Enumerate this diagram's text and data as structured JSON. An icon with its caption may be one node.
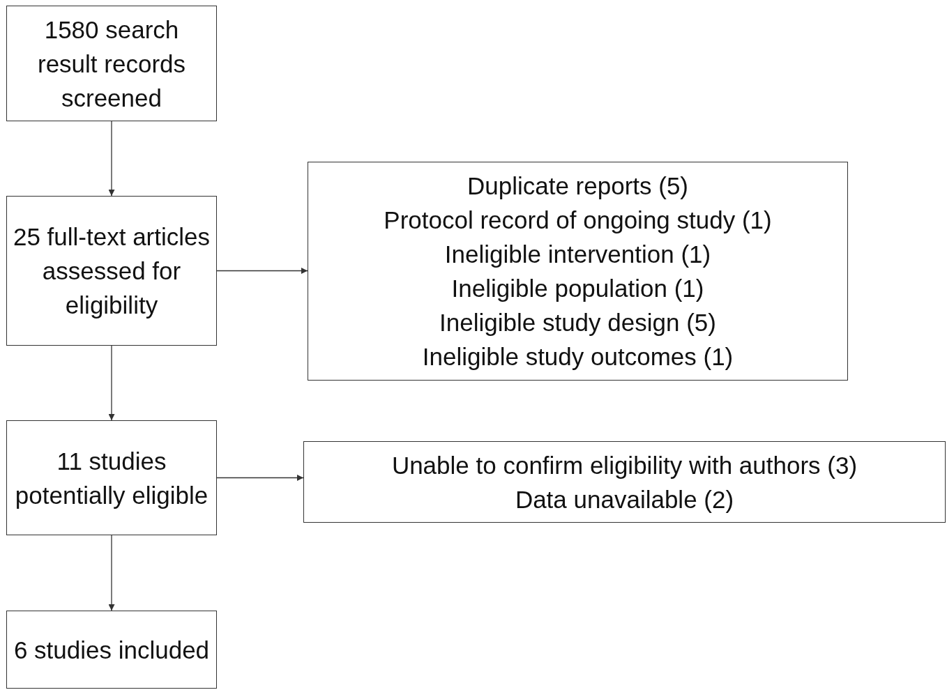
{
  "diagram": {
    "nodes": [
      {
        "text": [
          "1580 search result records screened"
        ]
      },
      {
        "text": [
          "25 full-text articles assessed for eligibility"
        ]
      },
      {
        "text": [
          "Duplicate reports (5)",
          "Protocol record of ongoing study (1)",
          "Ineligible intervention (1)",
          "Ineligible population (1)",
          "Ineligible study design (5)",
          "Ineligible study outcomes (1)"
        ]
      },
      {
        "text": [
          "11 studies potentially eligible"
        ]
      },
      {
        "text": [
          "Unable to confirm eligibility with authors (3)",
          "Data unavailable (2)"
        ]
      },
      {
        "text": [
          "6 studies included"
        ]
      }
    ],
    "edges": [
      {
        "from": 0,
        "to": 1,
        "arrow": "to"
      },
      {
        "from": 1,
        "to": 2,
        "arrow": "to"
      },
      {
        "from": 1,
        "to": 3,
        "arrow": "to"
      },
      {
        "from": 3,
        "to": 4,
        "arrow": "to"
      },
      {
        "from": 3,
        "to": 5,
        "arrow": "to"
      }
    ]
  }
}
